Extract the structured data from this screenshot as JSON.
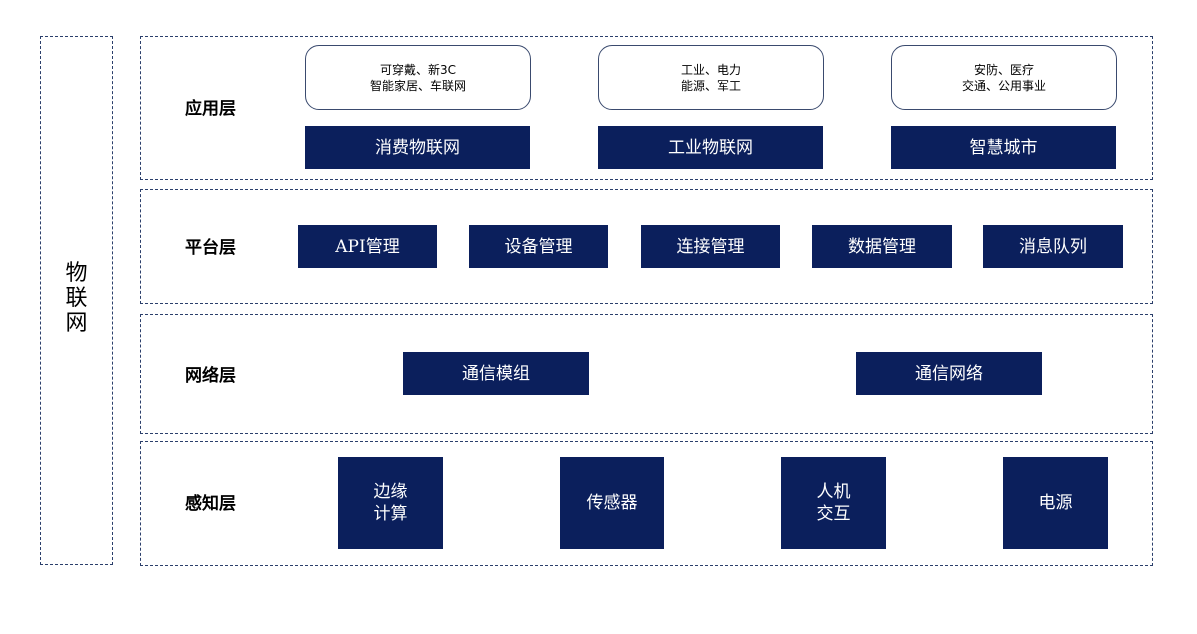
{
  "side": {
    "label": "物联网"
  },
  "layers": {
    "application": {
      "label": "应用层",
      "notes": [
        {
          "line1": "可穿戴、新3C",
          "line2": "智能家居、车联网"
        },
        {
          "line1": "工业、电力",
          "line2": "能源、军工"
        },
        {
          "line1": "安防、医疗",
          "line2": "交通、公用事业"
        }
      ],
      "boxes": [
        "消费物联网",
        "工业物联网",
        "智慧城市"
      ]
    },
    "platform": {
      "label": "平台层",
      "boxes": [
        "API管理",
        "设备管理",
        "连接管理",
        "数据管理",
        "消息队列"
      ]
    },
    "network": {
      "label": "网络层",
      "boxes": [
        "通信模组",
        "通信网络"
      ]
    },
    "perception": {
      "label": "感知层",
      "boxes": [
        {
          "line1": "边缘",
          "line2": "计算"
        },
        {
          "line1": "传感器",
          "line2": ""
        },
        {
          "line1": "人机",
          "line2": "交互"
        },
        {
          "line1": "电源",
          "line2": ""
        }
      ]
    }
  }
}
